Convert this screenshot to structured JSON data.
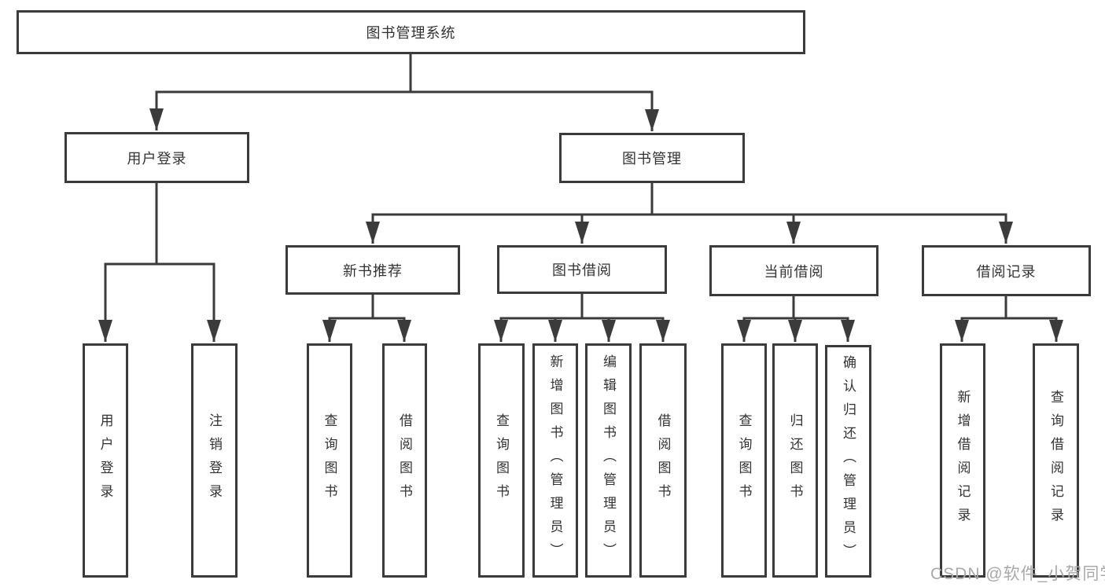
{
  "root": {
    "label": "图书管理系统"
  },
  "level2": [
    {
      "label": "用户登录"
    },
    {
      "label": "图书管理"
    }
  ],
  "level3": [
    {
      "label": "新书推荐"
    },
    {
      "label": "图书借阅"
    },
    {
      "label": "当前借阅"
    },
    {
      "label": "借阅记录"
    }
  ],
  "leaves": {
    "user_login": [
      "用户登录",
      "注销登录"
    ],
    "new_book": [
      "查询图书",
      "借阅图书"
    ],
    "book_borrow": [
      "查询图书",
      "新增图书（管理员）",
      "编辑图书（管理员）",
      "借阅图书"
    ],
    "current_borrow": [
      "查询图书",
      "归还图书",
      "确认归还（管理员）"
    ],
    "borrow_record": [
      "新增借阅记录",
      "查询借阅记录"
    ]
  },
  "watermark": {
    "text": "CSDN @软件_小贺同学"
  },
  "colors": {
    "line": "#3b3b3b",
    "text": "#333333",
    "watermark": "#a9a9a9",
    "background": "#ffffff"
  }
}
